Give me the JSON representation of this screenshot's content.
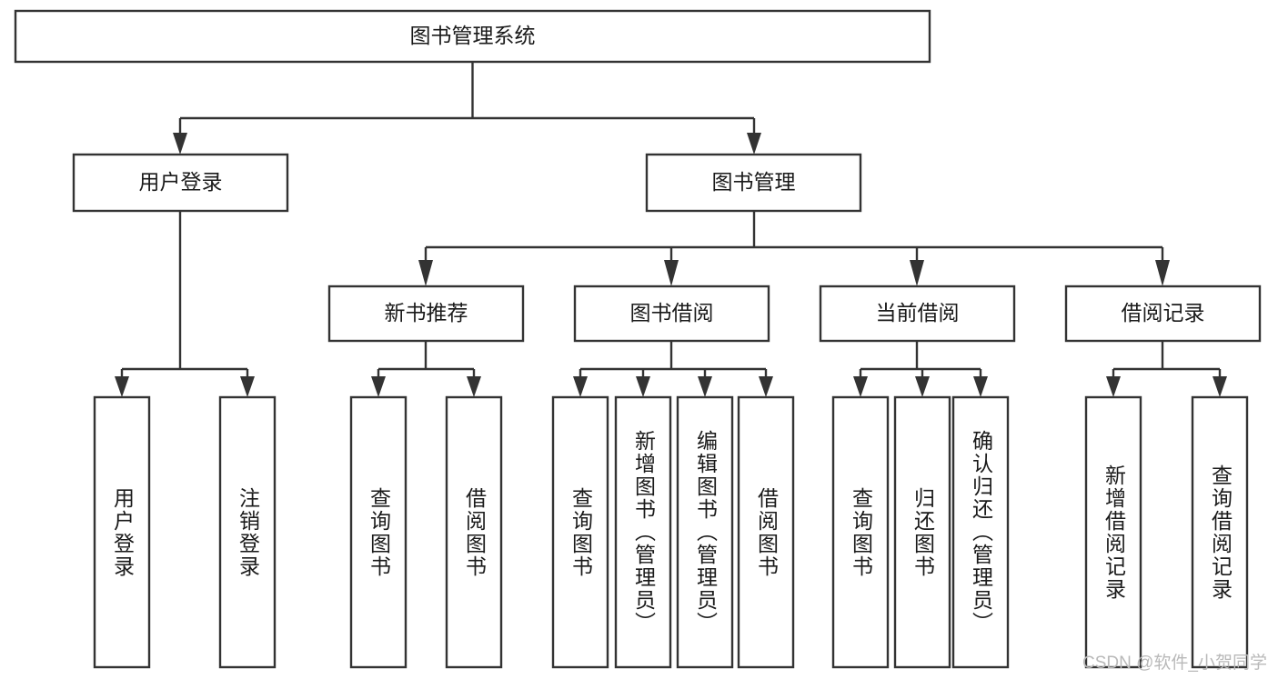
{
  "diagram": {
    "type": "tree",
    "title": "图书管理系统",
    "orientation": "top-down",
    "box_fill": "#ffffff",
    "box_stroke": "#333333",
    "text_color": "#1a1a1a",
    "watermark": "CSDN @软件_小贺同学",
    "nodes": {
      "root": {
        "label": "图书管理系统",
        "level": 0
      },
      "l1_a": {
        "label": "用户登录",
        "level": 1
      },
      "l1_b": {
        "label": "图书管理",
        "level": 1
      },
      "l2_a": {
        "label": "新书推荐",
        "level": 2
      },
      "l2_b": {
        "label": "图书借阅",
        "level": 2
      },
      "l2_c": {
        "label": "当前借阅",
        "level": 2
      },
      "l2_d": {
        "label": "借阅记录",
        "level": 2
      },
      "leaf_1": {
        "label": "用户登录",
        "level": 3,
        "parent": "用户登录"
      },
      "leaf_2": {
        "label": "注销登录",
        "level": 3,
        "parent": "用户登录"
      },
      "leaf_3": {
        "label": "查询图书",
        "level": 3,
        "parent": "新书推荐"
      },
      "leaf_4": {
        "label": "借阅图书",
        "level": 3,
        "parent": "新书推荐"
      },
      "leaf_5": {
        "label": "查询图书",
        "level": 3,
        "parent": "图书借阅"
      },
      "leaf_6": {
        "label": "新增图书（管理员）",
        "level": 3,
        "parent": "图书借阅"
      },
      "leaf_7": {
        "label": "编辑图书（管理员）",
        "level": 3,
        "parent": "图书借阅"
      },
      "leaf_8": {
        "label": "借阅图书",
        "level": 3,
        "parent": "图书借阅"
      },
      "leaf_9": {
        "label": "查询图书",
        "level": 3,
        "parent": "当前借阅"
      },
      "leaf_10": {
        "label": "归还图书",
        "level": 3,
        "parent": "当前借阅"
      },
      "leaf_11": {
        "label": "确认归还（管理员）",
        "level": 3,
        "parent": "当前借阅"
      },
      "leaf_12": {
        "label": "新增借阅记录",
        "level": 3,
        "parent": "借阅记录"
      },
      "leaf_13": {
        "label": "查询借阅记录",
        "level": 3,
        "parent": "借阅记录"
      }
    }
  }
}
